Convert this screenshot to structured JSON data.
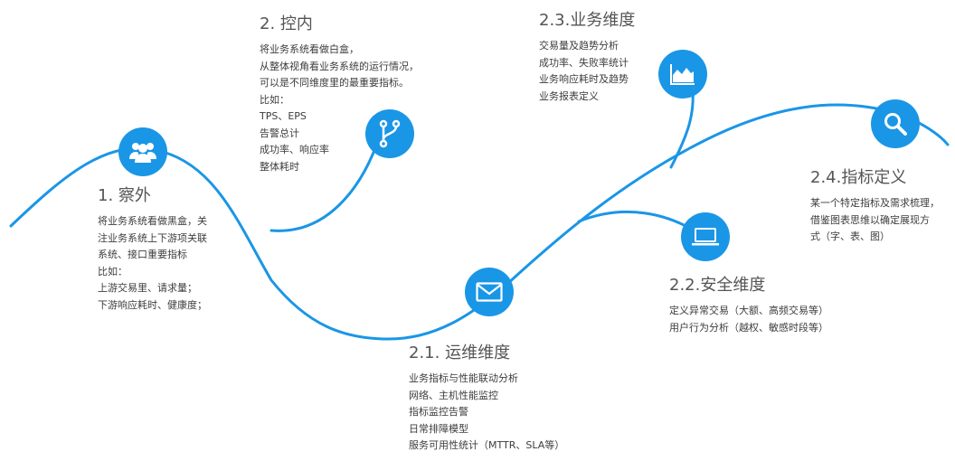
{
  "nodes": [
    {
      "id": "n1",
      "icon": "users-icon",
      "title": "1. 察外",
      "lines": [
        "将业务系统看做黑盒，关",
        "注业务系统上下游项关联",
        "系统、接口重要指标",
        "比如：",
        "上游交易里、请求量；",
        "下游响应耗时、健康度；"
      ]
    },
    {
      "id": "n2",
      "icon": "branch-icon",
      "title": "2. 控内",
      "lines": [
        "将业务系统看做白盒，",
        "从整体视角看业务系统的运行情况，",
        "可以是不同维度里的最重要指标。",
        "比如：",
        "TPS、EPS",
        "告警总计",
        "成功率、响应率",
        "整体耗时"
      ]
    },
    {
      "id": "n21",
      "icon": "mail-icon",
      "title": "2.1. 运维维度",
      "lines": [
        "业务指标与性能联动分析",
        "网络、主机性能监控",
        "指标监控告警",
        "日常排障模型",
        "服务可用性统计（MTTR、SLA等）"
      ]
    },
    {
      "id": "n22",
      "icon": "laptop-icon",
      "title": "2.2.安全维度",
      "lines": [
        "定义异常交易（大额、高频交易等）",
        "用户行为分析（越权、敏感时段等）"
      ]
    },
    {
      "id": "n23",
      "icon": "area-chart-icon",
      "title": "2.3.业务维度",
      "lines": [
        "交易量及趋势分析",
        "成功率、失败率统计",
        "业务响应耗时及趋势",
        "业务报表定义"
      ]
    },
    {
      "id": "n24",
      "icon": "search-icon",
      "title": "2.4.指标定义",
      "lines": [
        "某一个特定指标及需求梳理，",
        "借鉴图表思维以确定展现方",
        "式（字、表、图）"
      ]
    }
  ],
  "colors": {
    "accent": "#1a96e6"
  }
}
